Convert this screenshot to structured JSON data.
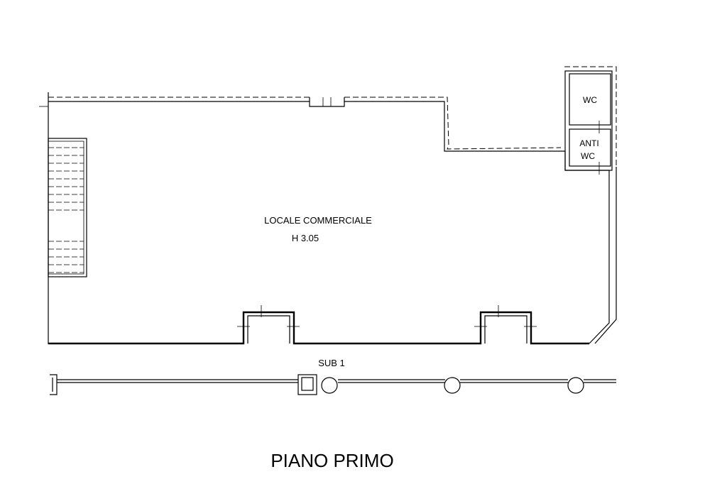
{
  "rooms": {
    "main_name": "LOCALE COMMERCIALE",
    "main_height": "H 3.05",
    "wc": "WC",
    "anti_wc_line1": "ANTI",
    "anti_wc_line2": "WC"
  },
  "unit_label": "SUB 1",
  "floor_title": "PIANO PRIMO"
}
